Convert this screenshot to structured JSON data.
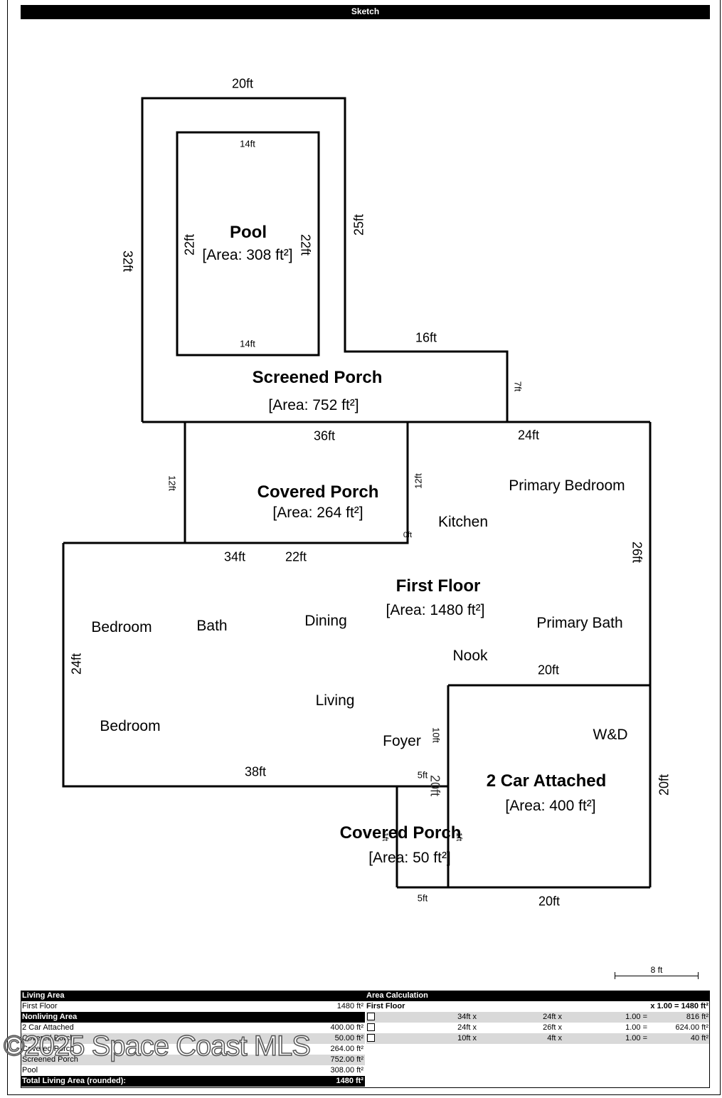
{
  "header": {
    "title": "Sketch"
  },
  "dimensions": {
    "top_20": "20ft",
    "left_32": "32ft",
    "right_25": "25ft",
    "pool_top_14": "14ft",
    "pool_bottom_14": "14ft",
    "pool_left_22": "22ft",
    "pool_right_22": "22ft",
    "screen_16": "16ft",
    "screen_7": "7ft",
    "cp_36": "36ft",
    "cp_12_left": "12ft",
    "cp_12_right": "12ft",
    "cp_0": "0ft",
    "ff_24_top": "24ft",
    "ff_26": "26ft",
    "ff_34": "34ft",
    "ff_22": "22ft",
    "ff_24_left": "24ft",
    "ff_38": "38ft",
    "ff_20": "20ft",
    "ff_10": "10ft",
    "porch_5_top": "5ft",
    "porch_5_bottom": "5ft",
    "porch_20_inner": "20ft",
    "garage_20_right": "20ft",
    "garage_20_bottom": "20ft",
    "porch_1": "1ft",
    "porch_1b": "1ft"
  },
  "areas": {
    "pool": {
      "title": "Pool",
      "area": "[Area: 308 ft²]"
    },
    "screened_porch": {
      "title": "Screened Porch",
      "area": "[Area: 752 ft²]"
    },
    "covered_porch": {
      "title": "Covered Porch",
      "area": "[Area: 264 ft²]"
    },
    "first_floor": {
      "title": "First Floor",
      "area": "[Area: 1480 ft²]"
    },
    "garage": {
      "title": "2 Car Attached",
      "area": "[Area: 400 ft²]"
    },
    "covered_porch_small": {
      "title": "Covered Porch",
      "area": "[Area: 50 ft²]"
    }
  },
  "rooms": {
    "primary_bedroom": "Primary Bedroom",
    "kitchen": "Kitchen",
    "bedroom1": "Bedroom",
    "bath": "Bath",
    "dining": "Dining",
    "primary_bath": "Primary Bath",
    "nook": "Nook",
    "living": "Living",
    "bedroom2": "Bedroom",
    "foyer": "Foyer",
    "wd": "W&D"
  },
  "scale": "8 ft",
  "table": {
    "living_area_hdr": "Living Area",
    "area_calc_hdr": "Area Calculation",
    "first_floor_label": "First Floor",
    "first_floor_value": "1480 ft²",
    "calc_first_floor": "First Floor",
    "calc_first_floor_total": "x 1.00 = 1480 ft²",
    "nonliving_hdr": "Nonliving Area",
    "nonliving": [
      {
        "name": "2 Car Attached",
        "value": "400.00 ft²"
      },
      {
        "name": "Covered Porch",
        "value": "50.00 ft²"
      },
      {
        "name": "Covered Porch",
        "value": "264.00 ft²"
      },
      {
        "name": "Screened Porch",
        "value": "752.00 ft²"
      },
      {
        "name": "Pool",
        "value": "308.00 ft²"
      }
    ],
    "calc_rows": [
      {
        "a": "34ft x",
        "b": "24ft x",
        "c": "1.00 =",
        "d": "816 ft²"
      },
      {
        "a": "24ft x",
        "b": "26ft x",
        "c": "1.00 =",
        "d": "624.00 ft²"
      },
      {
        "a": "10ft x",
        "b": "4ft x",
        "c": "1.00 =",
        "d": "40 ft²"
      }
    ],
    "total_label": "Total Living Area (rounded):",
    "total_value": "1480 ft²"
  },
  "watermark": "©2025 Space Coast MLS"
}
